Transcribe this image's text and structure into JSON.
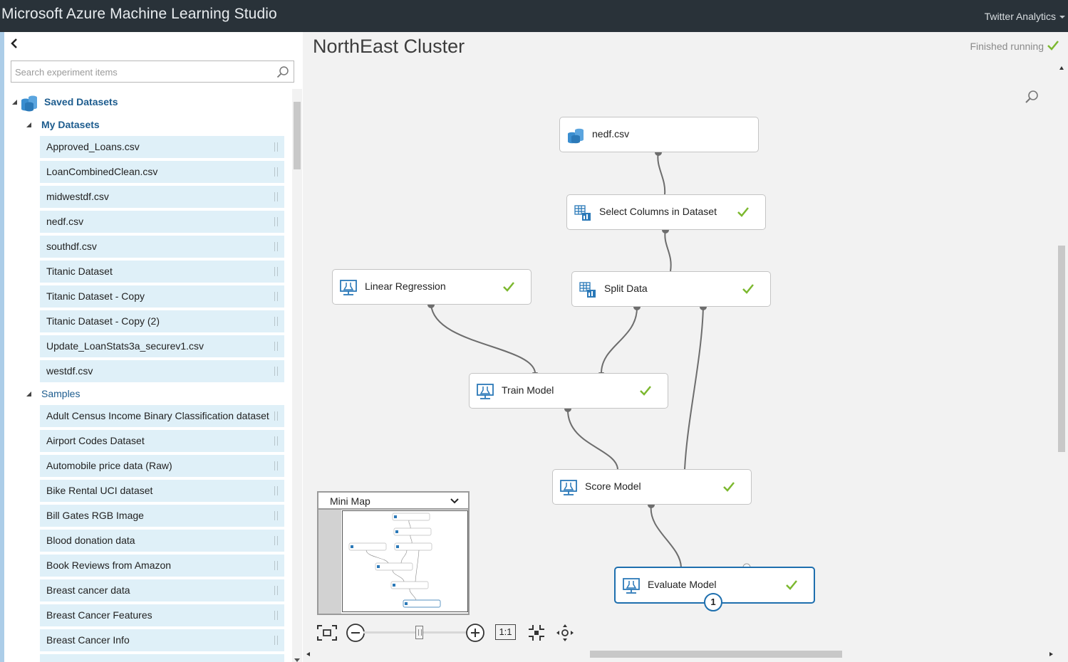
{
  "app": {
    "title": "Microsoft Azure Machine Learning Studio",
    "workspace": "Twitter Analytics"
  },
  "palette": {
    "search_placeholder": "Search experiment items",
    "root_group": "Saved Datasets",
    "my_datasets": {
      "label": "My Datasets",
      "items": [
        "Approved_Loans.csv",
        "LoanCombinedClean.csv",
        "midwestdf.csv",
        "nedf.csv",
        "southdf.csv",
        "Titanic Dataset",
        "Titanic Dataset - Copy",
        "Titanic Dataset - Copy (2)",
        "Update_LoanStats3a_securev1.csv",
        "westdf.csv"
      ]
    },
    "samples": {
      "label": "Samples",
      "items": [
        "Adult Census Income Binary Classification dataset",
        "Airport Codes Dataset",
        "Automobile price data (Raw)",
        "Bike Rental UCI dataset",
        "Bill Gates RGB Image",
        "Blood donation data",
        "Book Reviews from Amazon",
        "Breast cancer data",
        "Breast Cancer Features",
        "Breast Cancer Info"
      ]
    }
  },
  "experiment": {
    "title": "NorthEast Cluster",
    "status": "Finished running",
    "modules": {
      "nedf": "nedf.csv",
      "select_columns": "Select Columns in Dataset",
      "linear_regression": "Linear Regression",
      "split_data": "Split Data",
      "train_model": "Train Model",
      "score_model": "Score Model",
      "evaluate_model": "Evaluate Model"
    },
    "evaluate_badge": "1"
  },
  "minimap": {
    "title": "Mini Map"
  },
  "zoom": {
    "actual_size_label": "1:1"
  },
  "colors": {
    "header_bg": "#293239",
    "accent_blue": "#1e6fae",
    "list_item_bg": "#dff0f8",
    "check_green": "#7cb82f",
    "group_text": "#1d5c8e"
  }
}
